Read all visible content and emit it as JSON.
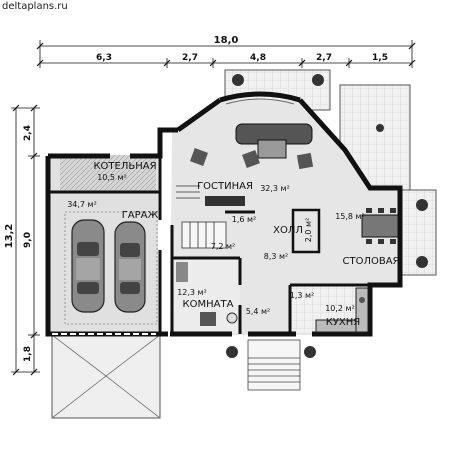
{
  "watermark": "deltaplans.ru",
  "dimensions": {
    "top_total": "18,0",
    "top_segments": [
      "6,3",
      "2,7",
      "4,8",
      "2,7",
      "1,5"
    ],
    "left_total": "13,2",
    "left_segments": [
      "2,4",
      "9,0",
      "1,8"
    ]
  },
  "rooms": {
    "boiler": {
      "name": "КОТЕЛЬНАЯ",
      "area": "10,5 м²"
    },
    "garage": {
      "name": "ГАРАЖ",
      "area": "34,7 м²"
    },
    "living": {
      "name": "ГОСТИНАЯ",
      "area": "32,3 м²"
    },
    "hall": {
      "name": "ХОЛЛ",
      "area": "8,3 м²"
    },
    "dining": {
      "name": "СТОЛОВАЯ",
      "area": "15,8 м²"
    },
    "room": {
      "name": "КОМНАТА",
      "area": "12,3 м²"
    },
    "kitchen": {
      "name": "КУХНЯ",
      "area": "10,2 м²"
    },
    "small_areas": [
      "1,6 м²",
      "7,2 м²",
      "2,0 м²",
      "5,4 м²",
      "1,3 м²"
    ]
  },
  "colors": {
    "wall": "#111111",
    "floor": "#e4e4e4",
    "garage_floor": "#d9d9d9",
    "terrace": "#f4f4f4"
  }
}
